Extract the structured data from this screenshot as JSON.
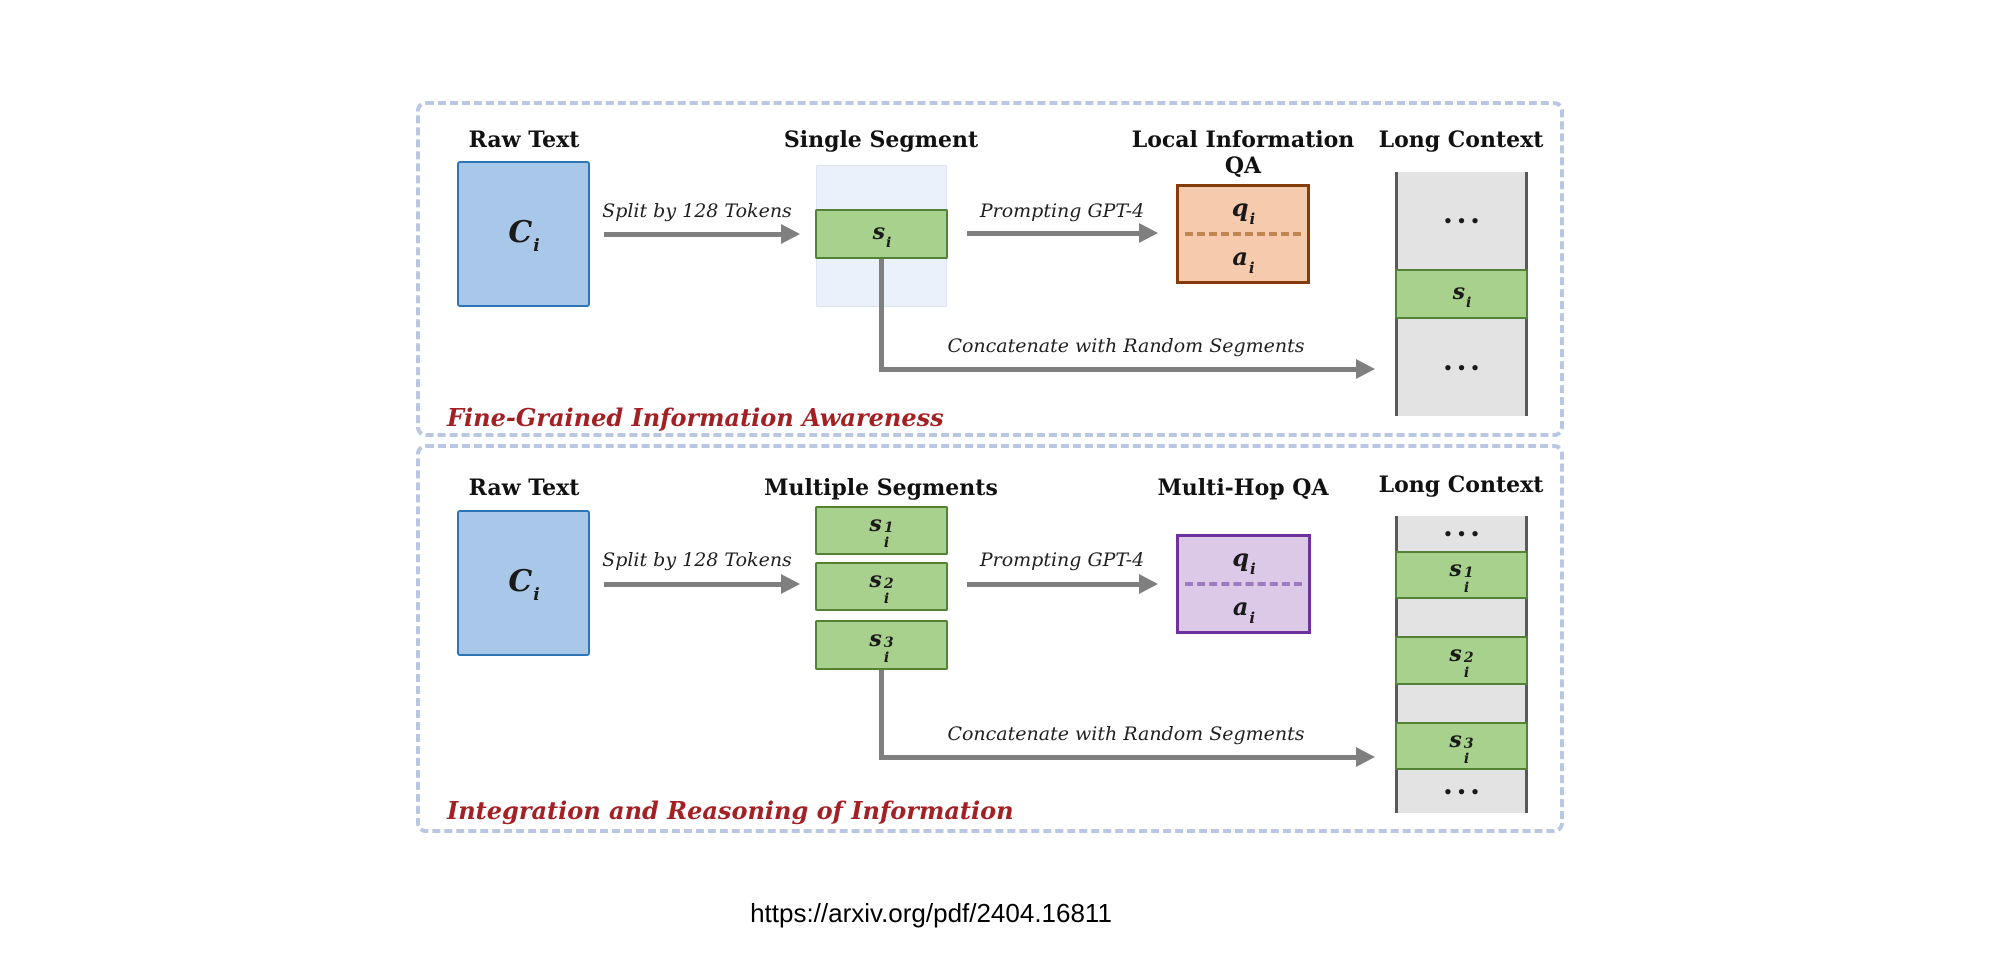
{
  "colors": {
    "panel_border": "#b9c7e2",
    "caption_red": "#a32125",
    "raw_text_fill": "#a9c8e9",
    "raw_text_border": "#2e75b6",
    "segment_bg_fill": "#eaf1fb",
    "segment_fill": "#a9d18e",
    "segment_border": "#538135",
    "local_qa_fill": "#f6cbad",
    "local_qa_border": "#843c0c",
    "multihop_qa_fill": "#dcc9e8",
    "multihop_qa_border": "#7030a0",
    "context_fill": "#e3e3e3",
    "context_side_border": "#595959",
    "arrow": "#7f7f7f"
  },
  "panel1": {
    "caption": "Fine-Grained Information Awareness",
    "raw_title": "Raw Text",
    "raw_symbol": {
      "base": "C",
      "sub": "i"
    },
    "split_label": "Split by 128 Tokens",
    "segment_title": "Single Segment",
    "segment": {
      "base": "s",
      "sub": "i"
    },
    "prompt_label": "Prompting GPT-4",
    "qa_title": "Local Information QA",
    "q": {
      "base": "q",
      "sub": "i"
    },
    "a": {
      "base": "a",
      "sub": "i"
    },
    "concat_label": "Concatenate with Random Segments",
    "context_title": "Long Context",
    "dots_top": "•••",
    "context_segment": {
      "base": "s",
      "sub": "i"
    },
    "dots_bottom": "•••"
  },
  "panel2": {
    "caption": "Integration and Reasoning of Information",
    "raw_title": "Raw Text",
    "raw_symbol": {
      "base": "C",
      "sub": "i"
    },
    "split_label": "Split by 128 Tokens",
    "segments_title": "Multiple Segments",
    "segments": [
      {
        "base": "s",
        "sup": "1",
        "sub": "i"
      },
      {
        "base": "s",
        "sup": "2",
        "sub": "i"
      },
      {
        "base": "s",
        "sup": "3",
        "sub": "i"
      }
    ],
    "prompt_label": "Prompting GPT-4",
    "qa_title": "Multi-Hop QA",
    "q": {
      "base": "q",
      "sub": "i"
    },
    "a": {
      "base": "a",
      "sub": "i"
    },
    "concat_label": "Concatenate with Random Segments",
    "context_title": "Long Context",
    "dots_top": "•••",
    "dots_bottom": "•••"
  },
  "footer": {
    "url": "https://arxiv.org/pdf/2404.16811"
  }
}
